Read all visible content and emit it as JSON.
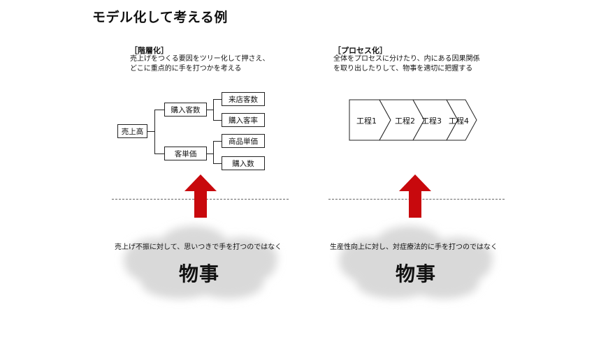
{
  "title": "モデル化して考える例",
  "left": {
    "heading": "［階層化］",
    "desc_line1": "売上げをつくる要因をツリー化して押さえ、",
    "desc_line2": "どこに重点的に手を打つかを考える",
    "tree": {
      "root": "売上高",
      "level1": [
        "購入客数",
        "客単価"
      ],
      "level2": [
        "来店客数",
        "購入客率",
        "商品単価",
        "購入数"
      ]
    },
    "cloud_sub": "売上げ不振に対して、思いつきで手を打つのではなく",
    "cloud_main": "物事"
  },
  "right": {
    "heading": "［プロセス化］",
    "desc_line1": "全体をプロセスに分けたり、内にある因果関係",
    "desc_line2": "を取り出したりして、物事を適切に把握する",
    "steps": [
      "工程1",
      "工程2",
      "工程3",
      "工程4"
    ],
    "cloud_sub": "生産性向上に対し、対症療法的に手を打つのではなく",
    "cloud_main": "物事"
  },
  "colors": {
    "arrow": "#c8090d",
    "cloud": "#d9d9d9",
    "line": "#222222"
  }
}
